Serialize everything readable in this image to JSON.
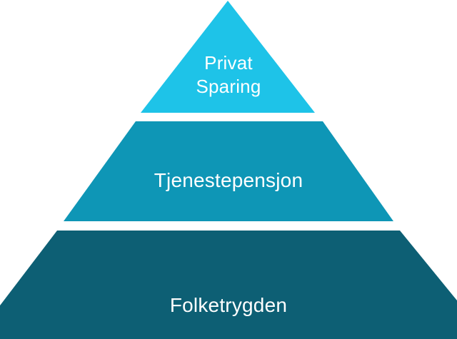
{
  "pyramid": {
    "background_color": "#ffffff",
    "label_color": "#ffffff",
    "layers": [
      {
        "label": "Privat Sparing",
        "lines": [
          "Privat",
          "Sparing"
        ],
        "color": "#1ec3e8",
        "position": "top"
      },
      {
        "label": "Tjenestepensjon",
        "lines": [
          "Tjenestepensjon"
        ],
        "color": "#0e96b6",
        "position": "middle"
      },
      {
        "label": "Folketrygden",
        "lines": [
          "Folketrygden"
        ],
        "color": "#0d5f74",
        "position": "bottom"
      }
    ]
  }
}
